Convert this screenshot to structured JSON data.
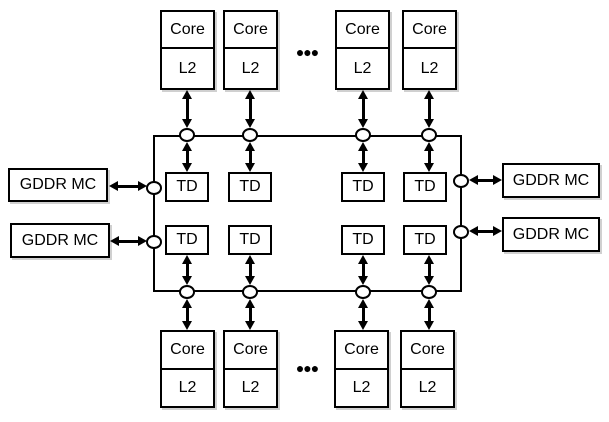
{
  "diagram_type": "ring-interconnect-architecture-block-diagram",
  "colors": {
    "line": "#000000",
    "box_fill": "#ffffff",
    "background": "#ffffff",
    "shadow": "#969696"
  },
  "top_tiles": [
    {
      "core": "Core",
      "l2": "L2"
    },
    {
      "core": "Core",
      "l2": "L2"
    },
    {
      "core": "Core",
      "l2": "L2"
    },
    {
      "core": "Core",
      "l2": "L2"
    }
  ],
  "bottom_tiles": [
    {
      "core": "Core",
      "l2": "L2"
    },
    {
      "core": "Core",
      "l2": "L2"
    },
    {
      "core": "Core",
      "l2": "L2"
    },
    {
      "core": "Core",
      "l2": "L2"
    }
  ],
  "td_top": [
    "TD",
    "TD",
    "TD",
    "TD"
  ],
  "td_bottom": [
    "TD",
    "TD",
    "TD",
    "TD"
  ],
  "mc_left": [
    "GDDR MC",
    "GDDR MC"
  ],
  "mc_right": [
    "GDDR MC",
    "GDDR MC"
  ],
  "ellipsis_top": "●●●",
  "ellipsis_bottom": "●●●"
}
